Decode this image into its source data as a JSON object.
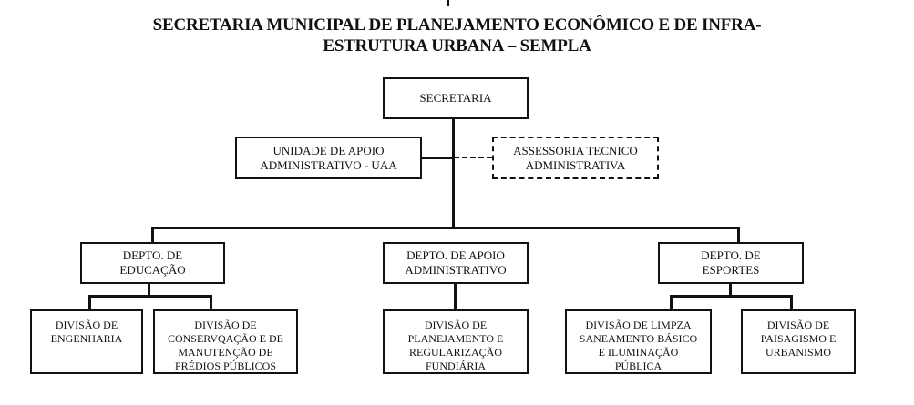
{
  "title": {
    "line1": "SECRETARIA MUNICIPAL DE PLANEJAMENTO ECONÔMICO E DE INFRA-",
    "line2": "ESTRUTURA URBANA – SEMPLA"
  },
  "nodes": {
    "secretaria": [
      "SECRETARIA"
    ],
    "uaa": [
      "UNIDADE DE APOIO",
      "ADMINISTRATIVO - UAA"
    ],
    "assessoria": [
      "ASSESSORIA TECNICO",
      "ADMINISTRATIVA"
    ],
    "dept_educacao": [
      "DEPTO. DE",
      "EDUCAÇÃO"
    ],
    "dept_apoio": [
      "DEPTO. DE APOIO",
      "ADMINISTRATIVO"
    ],
    "dept_esportes": [
      "DEPTO. DE",
      "ESPORTES"
    ],
    "div_engenharia": [
      "DIVISÃO DE",
      "ENGENHARIA"
    ],
    "div_conservacao": [
      "DIVISÃO DE",
      "CONSERVQAÇÃO E DE",
      "MANUTENÇÃO DE",
      "PRÉDIOS PÚBLICOS"
    ],
    "div_planejamento": [
      "DIVISÃO DE",
      "PLANEJAMENTO E",
      "REGULARIZAÇÃO",
      "FUNDIÁRIA"
    ],
    "div_limpeza": [
      "DIVISÃO DE LIMPZA",
      "SANEAMENTO BÁSICO",
      "E ILUMINAÇÃO",
      "PÚBLICA"
    ],
    "div_paisagismo": [
      "DIVISÃO DE",
      "PAISAGISMO E",
      "URBANISMO"
    ]
  }
}
